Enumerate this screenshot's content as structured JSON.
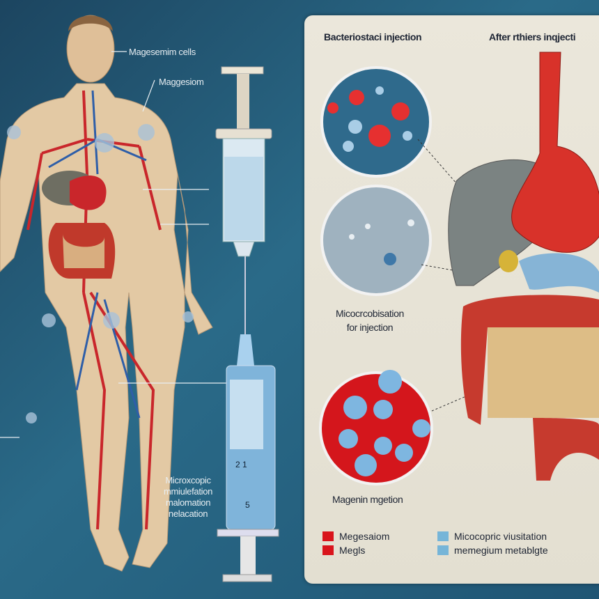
{
  "left_labels": {
    "magnesium_cells": "Magesemim cells",
    "magnesium": "Maggesiom",
    "microscopic_block": [
      "Microxcopic",
      "mmiulefation",
      "malomation",
      "nelacation"
    ]
  },
  "right_panel": {
    "header_left": "Bacteriostaci injection",
    "header_right": "After rthiers inqjecti",
    "middle_caption": [
      "Micocrcobisation",
      "for injection"
    ],
    "bottom_caption": "Magenin mgetion",
    "legend": [
      {
        "label": "Megesaiom",
        "color": "#d9141c"
      },
      {
        "label": "Megls",
        "color": "#d9141c"
      },
      {
        "label": "Micocopric viusitation",
        "color": "#76b5d8"
      },
      {
        "label": "memegium metablgte",
        "color": "#76b5d8"
      }
    ]
  },
  "syringe_scale": [
    "2",
    "1",
    "5"
  ]
}
